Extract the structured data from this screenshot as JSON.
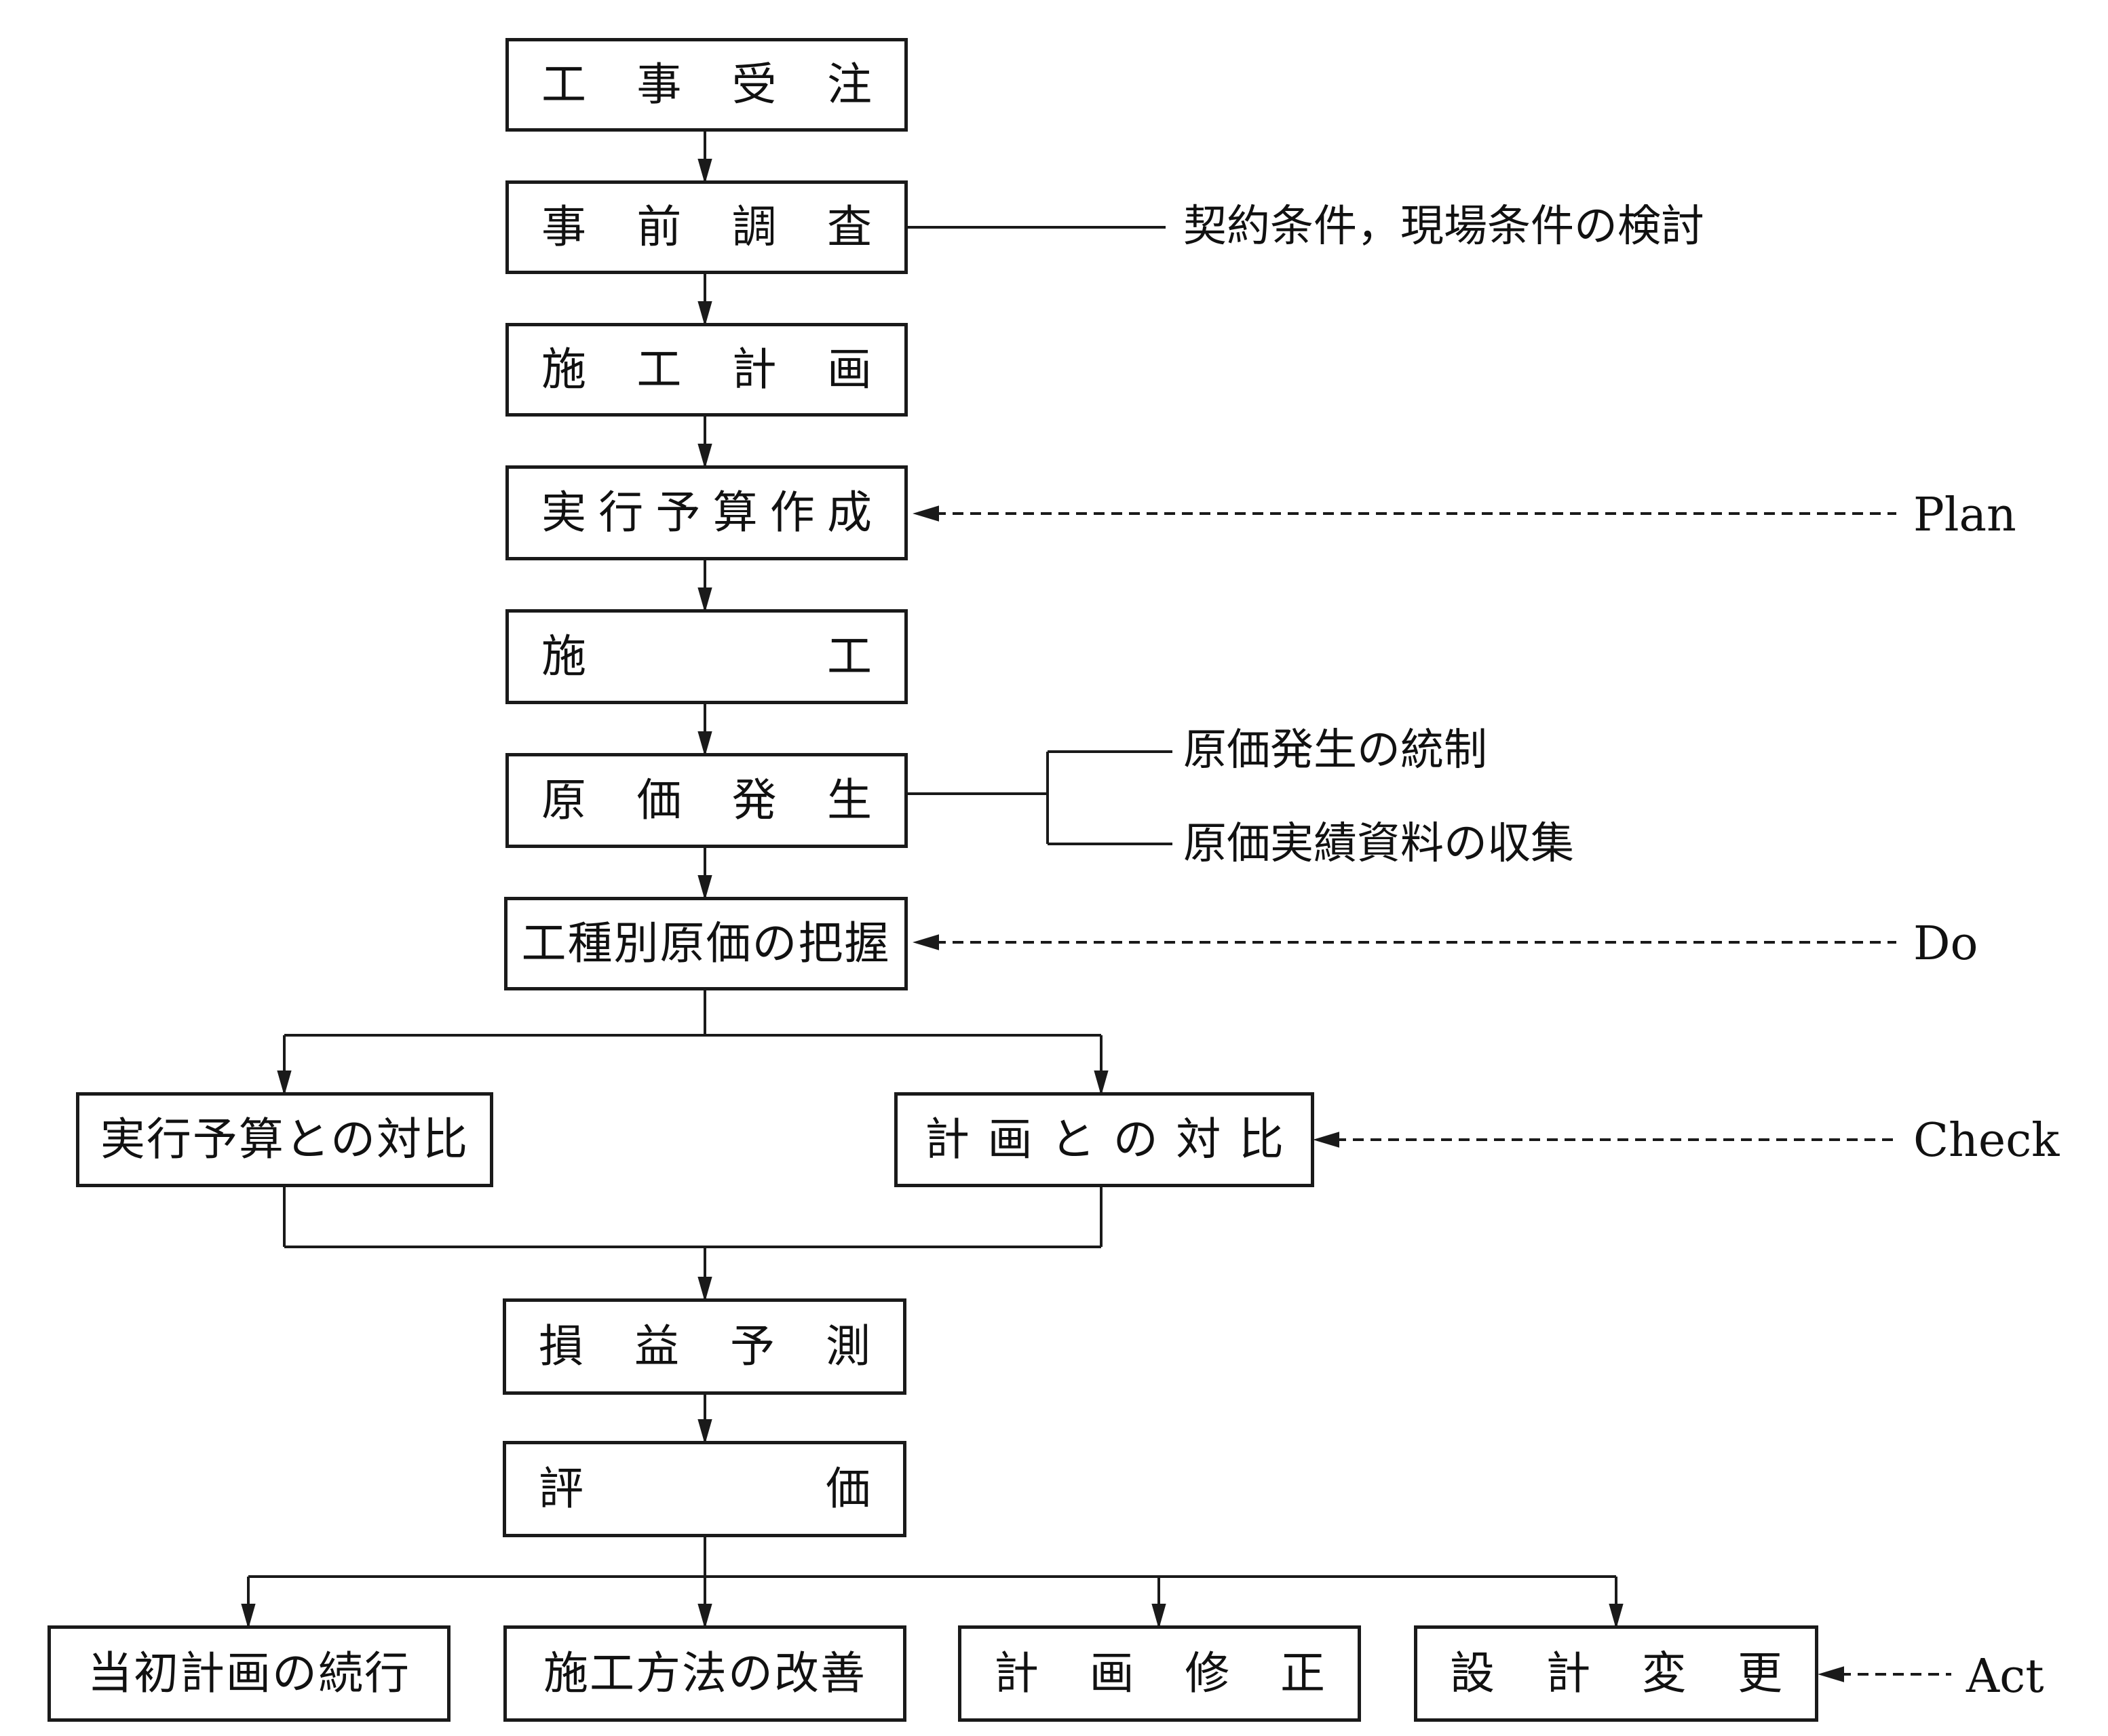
{
  "diagram": {
    "type": "flowchart",
    "title": "",
    "main_flow": [
      {
        "id": "order",
        "label": "工事受注"
      },
      {
        "id": "survey",
        "label": "事前調査"
      },
      {
        "id": "plan",
        "label": "施工計画"
      },
      {
        "id": "budget",
        "label": "実行予算作成"
      },
      {
        "id": "construction",
        "label": "施工"
      },
      {
        "id": "cost-occur",
        "label": "原価発生"
      },
      {
        "id": "cost-grasp",
        "label": "工種別原価の把握"
      }
    ],
    "compare": [
      {
        "id": "compare-budget",
        "label": "実行予算との対比"
      },
      {
        "id": "compare-plan",
        "label": "計画との対比"
      }
    ],
    "after_compare": [
      {
        "id": "forecast",
        "label": "損益予測"
      },
      {
        "id": "evaluate",
        "label": "評価"
      }
    ],
    "actions": [
      {
        "id": "continue",
        "label": "当初計画の続行"
      },
      {
        "id": "improve",
        "label": "施工方法の改善"
      },
      {
        "id": "revise",
        "label": "計画修正"
      },
      {
        "id": "design-change",
        "label": "設計変更"
      }
    ],
    "notes": {
      "survey": "契約条件，現場条件の検討",
      "cost_control": "原価発生の統制",
      "cost_collect": "原価実績資料の収集"
    },
    "pdca": {
      "plan": "Plan",
      "do": "Do",
      "check": "Check",
      "act": "Act"
    },
    "colors": {
      "line": "#1a1a1a",
      "background": "#ffffff"
    }
  }
}
